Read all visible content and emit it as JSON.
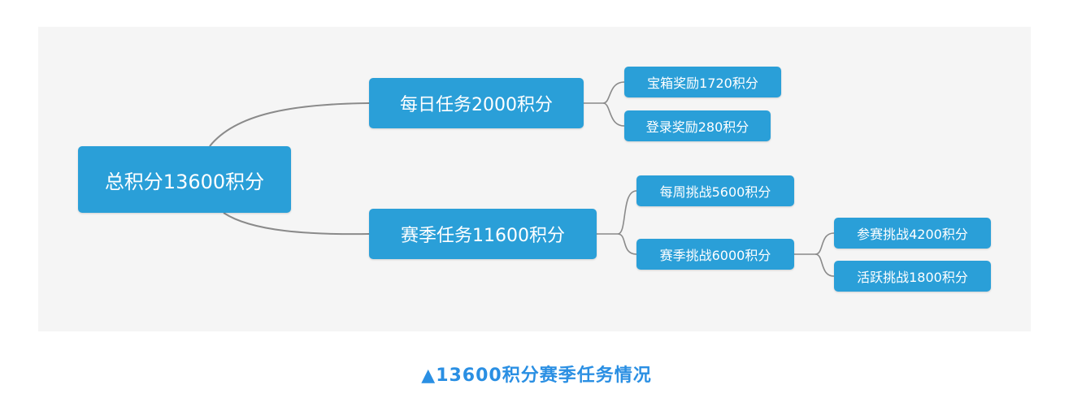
{
  "colors": {
    "node_fill": "#2a9fd8",
    "node_text": "#ffffff",
    "connector": "#8a8a8a",
    "background_panel": "#f5f5f5",
    "caption": "#2a8fe3"
  },
  "mindmap": {
    "root": "总积分13600积分",
    "daily": {
      "label": "每日任务2000积分",
      "children": [
        "宝箱奖励1720积分",
        "登录奖励280积分"
      ]
    },
    "season": {
      "label": "赛季任务11600积分",
      "weekly": "每周挑战5600积分",
      "season_challenge": {
        "label": "赛季挑战6000积分",
        "children": [
          "参赛挑战4200积分",
          "活跃挑战1800积分"
        ]
      }
    }
  },
  "caption": {
    "marker": "▲",
    "text": "13600积分赛季任务情况"
  }
}
